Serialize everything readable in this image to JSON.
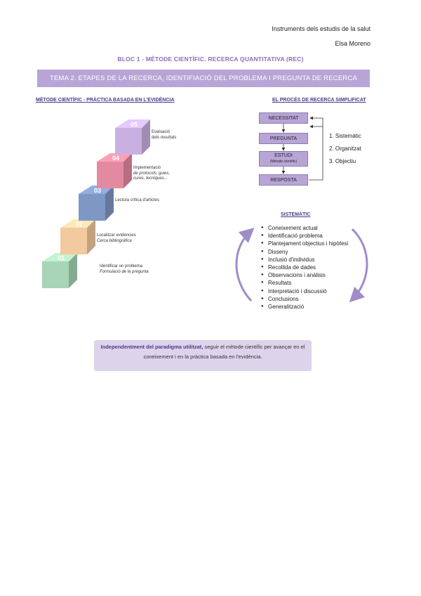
{
  "header": {
    "line1": "Instruments dels estudis de la salut",
    "line2": "Elsa Moreno"
  },
  "bloc": "BLOC 1 - MÈTODE CIENTÍFIC. RECERCA QUANTITATIVA (REC)",
  "tema": "TEMA 2. ETAPES DE LA RECERCA, IDENTIFIACIÓ DEL PROBLEMA I PREGUNTA DE RECERCA",
  "left": {
    "title": "MÈTODE CIENTÍFIC - PRÀCTICA BASADA EN L'EVIDÈNCIA",
    "steps": [
      {
        "num": "01",
        "line1": "Identificar un problema",
        "line2": "Formulació de la pregunta",
        "color": "#a8d5b5"
      },
      {
        "num": "02",
        "line1": "Localitzar evidències",
        "line2": "Cerca bibliogràfica",
        "color": "#f3c9a0"
      },
      {
        "num": "03",
        "line1": "Lectura crítica d'articles",
        "line2": "",
        "color": "#7f97c4"
      },
      {
        "num": "04",
        "line1": "Implementació",
        "line2": "de protocols, guies, cures, tecniques...",
        "color": "#e48aa0"
      },
      {
        "num": "05",
        "line1": "Evaluació",
        "line2": "dels resultats",
        "color": "#c8b0e0"
      }
    ]
  },
  "right": {
    "title": "EL PROCÉS DE RECERCA SIMPLIFICAT",
    "boxes": {
      "b1": "NECESSITAT",
      "b2": "PREGUNTA",
      "b3": "ESTUDI",
      "b3_sub": "(Mètode científic)",
      "b4": "RESPOSTA"
    },
    "numbered": [
      "1. Sistemàtic",
      "2. Organitzat",
      "3. Objectiu"
    ]
  },
  "sistematic": {
    "title": "SISTEMÀTIC",
    "items": [
      "Coneixement actual",
      "Identificació problema",
      "Plantejament objectius i hipòtesi",
      "Disseny",
      "Inclusió d'individus",
      "Recollida de dades",
      "Observacions i anàlisis",
      "Resultats",
      "Interpretació i discussió",
      "Conclusions",
      "Generalització"
    ]
  },
  "note": {
    "bold": "Independentment del paradigma utilitzat,",
    "rest": " seguir el mètode científic per avançar en el coneixement i en la pràctica basada en l'evidència."
  }
}
